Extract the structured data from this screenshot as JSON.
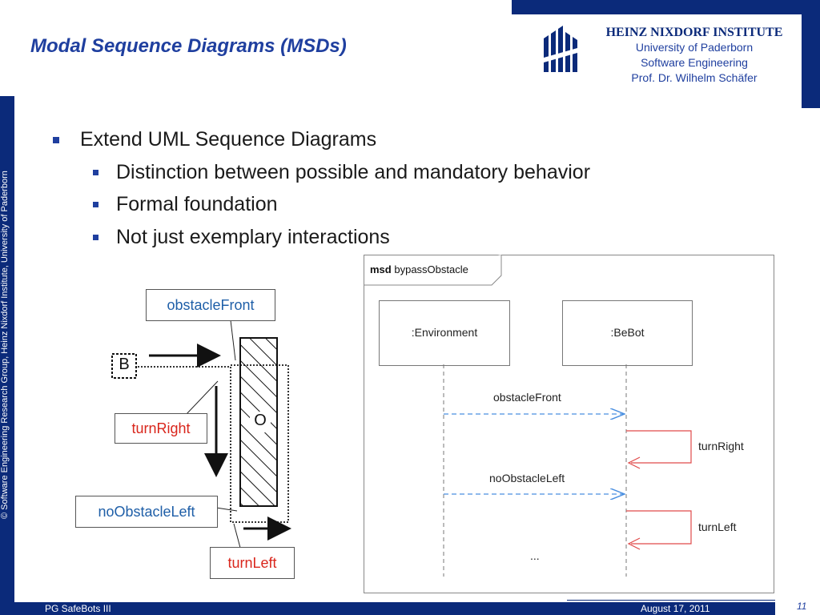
{
  "header": {
    "title": "Modal Sequence Diagrams (MSDs)",
    "institute_name": "HEINZ NIXDORF INSTITUTE",
    "institute_lines": [
      "University of Paderborn",
      "Software Engineering",
      "Prof. Dr. Wilhelm Schäfer"
    ]
  },
  "sidebar": {
    "copyright": "© Software Engineering Research Group, Heinz Nixdorf Institute, University of Paderborn"
  },
  "bullets": {
    "main": "Extend UML Sequence Diagrams",
    "sub": [
      "Distinction between possible and mandatory behavior",
      "Formal foundation",
      "Not just exemplary interactions"
    ]
  },
  "scenario": {
    "robot_label": "B",
    "obstacle_label": "O",
    "messages": {
      "obstacle_front": "obstacleFront",
      "turn_right": "turnRight",
      "no_obstacle_left": "noObstacleLeft",
      "turn_left": "turnLeft"
    },
    "colors": {
      "environment_event": "#1f5fa8",
      "robot_action": "#d9261c"
    }
  },
  "msd": {
    "keyword": "msd",
    "name": "bypassObstacle",
    "lifelines": [
      ":Environment",
      ":BeBot"
    ],
    "messages": [
      "obstacleFront",
      "turnRight",
      "noObstacleLeft",
      "turnLeft"
    ],
    "continuation": "..."
  },
  "footer": {
    "left": "PG SafeBots III",
    "date": "August 17, 2011",
    "page": "11"
  },
  "colors": {
    "brand_dark": "#0b2a7a",
    "brand_blue": "#1f3f9f"
  }
}
